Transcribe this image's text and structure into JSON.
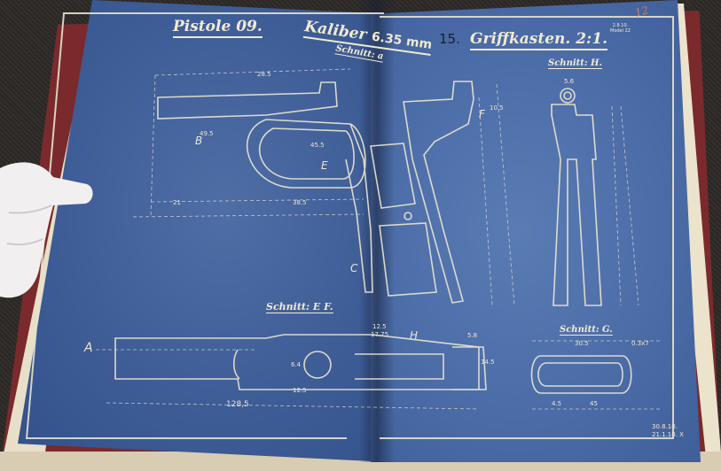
{
  "scene": {
    "description": "Open bound book showing a blueprint technical drawing of a pistol grip frame, held open by a white-gloved hand",
    "colors": {
      "blueprint": "#4a6ba6",
      "line": "#ece6d1",
      "cover": "#7a2a2c",
      "paper_edge": "#e8dfc8",
      "background": "#2e2a28",
      "glove": "#f2eff0"
    }
  },
  "sheet": {
    "title_left": "Pistole 09.",
    "title_center": "Kaliber",
    "caliber": "6.35 mm",
    "plate_number": "15.",
    "title_right": "Griffkasten. 2:1.",
    "page_number": "12",
    "stamp_line1": "2.8.10.",
    "stamp_line2": "Model 22",
    "dates_line1": "30.8.10.",
    "dates_line2": "21.1.10. X"
  },
  "sections": {
    "a": "Schnitt: a",
    "h": "Schnitt: H.",
    "ef": "Schnitt: E F.",
    "g": "Schnitt: G."
  },
  "labels": {
    "marker_a": "A",
    "marker_b": "B",
    "marker_e": "E",
    "marker_f": "F",
    "marker_h": "H",
    "marker_c": "C"
  },
  "dimensions": {
    "overall_length": "128,5",
    "d_12_5": "12.5",
    "d_6_4": "6.4",
    "d_28_5": "28.5",
    "d_38_5": "38.5",
    "d_49_5": "49.5",
    "d_21": "21",
    "d_45_5": "45.5",
    "d_30_5": "30.5",
    "d_0_3x7": "0.3x7",
    "d_45": "45",
    "d_4_5": "4.5",
    "d_12_5_pair": "12.5",
    "d_17_75": "17.75",
    "d_14_5": "14.5",
    "d_10_5": "10.5",
    "d_5_8": "5.8",
    "d_5_6": "5.6"
  }
}
